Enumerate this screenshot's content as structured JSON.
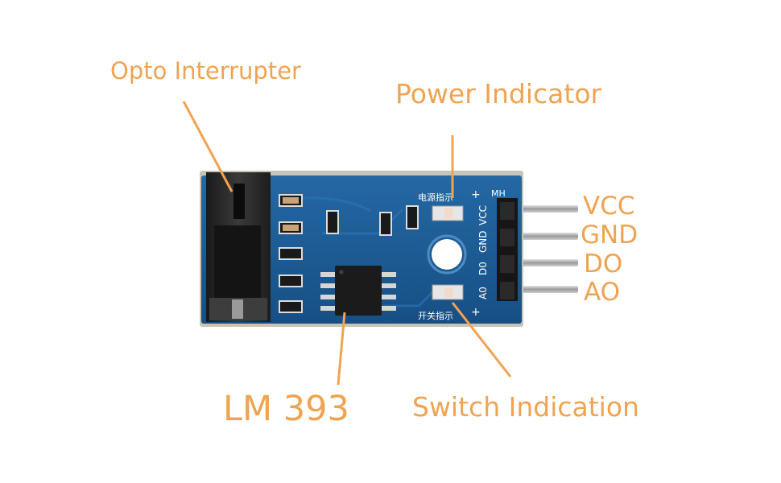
{
  "callouts": {
    "opto_interrupter": "Opto Interrupter",
    "power_indicator": "Power Indicator",
    "comparator": "LM 393",
    "switch_indication": "Switch Indication"
  },
  "pins": [
    "VCC",
    "GND",
    "DO",
    "AO"
  ],
  "silkscreen": {
    "power_led_label": "电源指示",
    "switch_led_label": "开关指示",
    "header_label": "MH",
    "pin_labels": [
      "A0",
      "D0",
      "GND",
      "VCC"
    ],
    "header_plus": "+"
  },
  "colors": {
    "callout": "#f0a350",
    "pcb": "#1c5d96",
    "sensor": "#252525",
    "header_pins": "#a8a8a8"
  }
}
